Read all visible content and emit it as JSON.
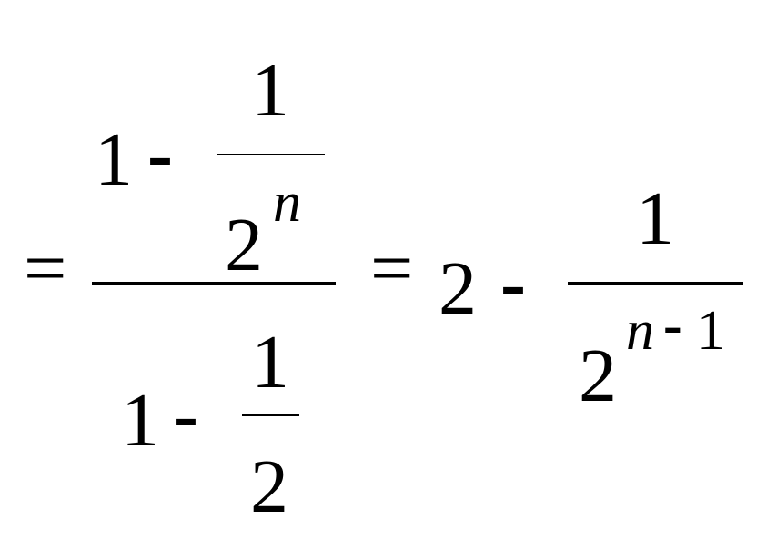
{
  "equation": {
    "lead_equals": "=",
    "numerator": {
      "one": "1",
      "minus": "-",
      "frac_num": "1",
      "frac_den_base": "2",
      "frac_den_exp": "n"
    },
    "denominator": {
      "one": "1",
      "minus": "-",
      "frac_num": "1",
      "frac_den": "2"
    },
    "second_equals": "=",
    "result": {
      "two": "2",
      "minus": "-",
      "frac_num": "1",
      "frac_den_base": "2",
      "frac_den_exp_var": "n",
      "frac_den_exp_minus": "-",
      "frac_den_exp_one": "1"
    }
  }
}
